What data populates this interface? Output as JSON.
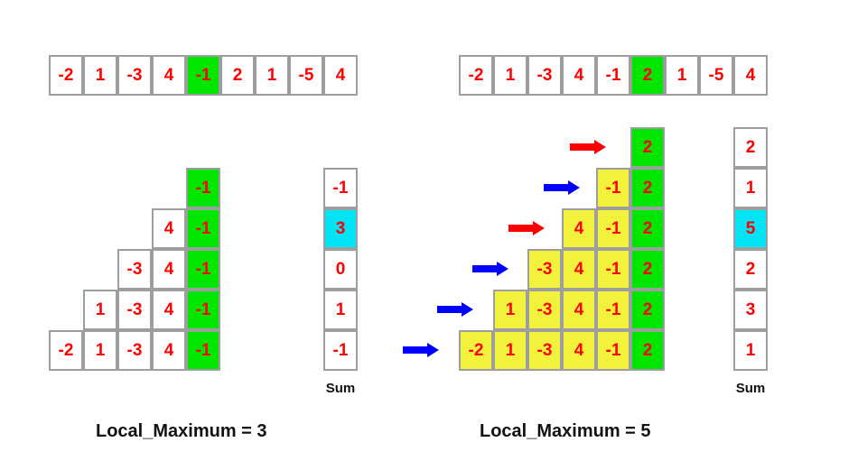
{
  "colors": {
    "cell_text": "#ff0000",
    "cell_border": "#9e9e9e",
    "current_element_fill": "#00e600",
    "subarray_fill": "#f2f23c",
    "max_sum_fill": "#00e5f5",
    "arrow_blue": "#0000ff",
    "arrow_red": "#ff0000"
  },
  "left": {
    "array": [
      "-2",
      "1",
      "-3",
      "4",
      "-1",
      "2",
      "1",
      "-5",
      "4"
    ],
    "highlight_index": 4,
    "rows": [
      [
        "-1"
      ],
      [
        "4",
        "-1"
      ],
      [
        "-3",
        "4",
        "-1"
      ],
      [
        "1",
        "-3",
        "4",
        "-1"
      ],
      [
        "-2",
        "1",
        "-3",
        "4",
        "-1"
      ]
    ],
    "sums": [
      "-1",
      "3",
      "0",
      "1",
      "-1"
    ],
    "max_sum_index": 1,
    "sum_label": "Sum",
    "result": "Local_Maximum = 3"
  },
  "right": {
    "array": [
      "-2",
      "1",
      "-3",
      "4",
      "-1",
      "2",
      "1",
      "-5",
      "4"
    ],
    "highlight_index": 5,
    "rows": [
      [
        "2"
      ],
      [
        "-1",
        "2"
      ],
      [
        "4",
        "-1",
        "2"
      ],
      [
        "-3",
        "4",
        "-1",
        "2"
      ],
      [
        "1",
        "-3",
        "4",
        "-1",
        "2"
      ],
      [
        "-2",
        "1",
        "-3",
        "4",
        "-1",
        "2"
      ]
    ],
    "arrow_colors": [
      "red",
      "blue",
      "red",
      "blue",
      "blue",
      "blue"
    ],
    "sums": [
      "2",
      "1",
      "5",
      "2",
      "3",
      "1"
    ],
    "max_sum_index": 2,
    "sum_label": "Sum",
    "result": "Local_Maximum = 5"
  }
}
